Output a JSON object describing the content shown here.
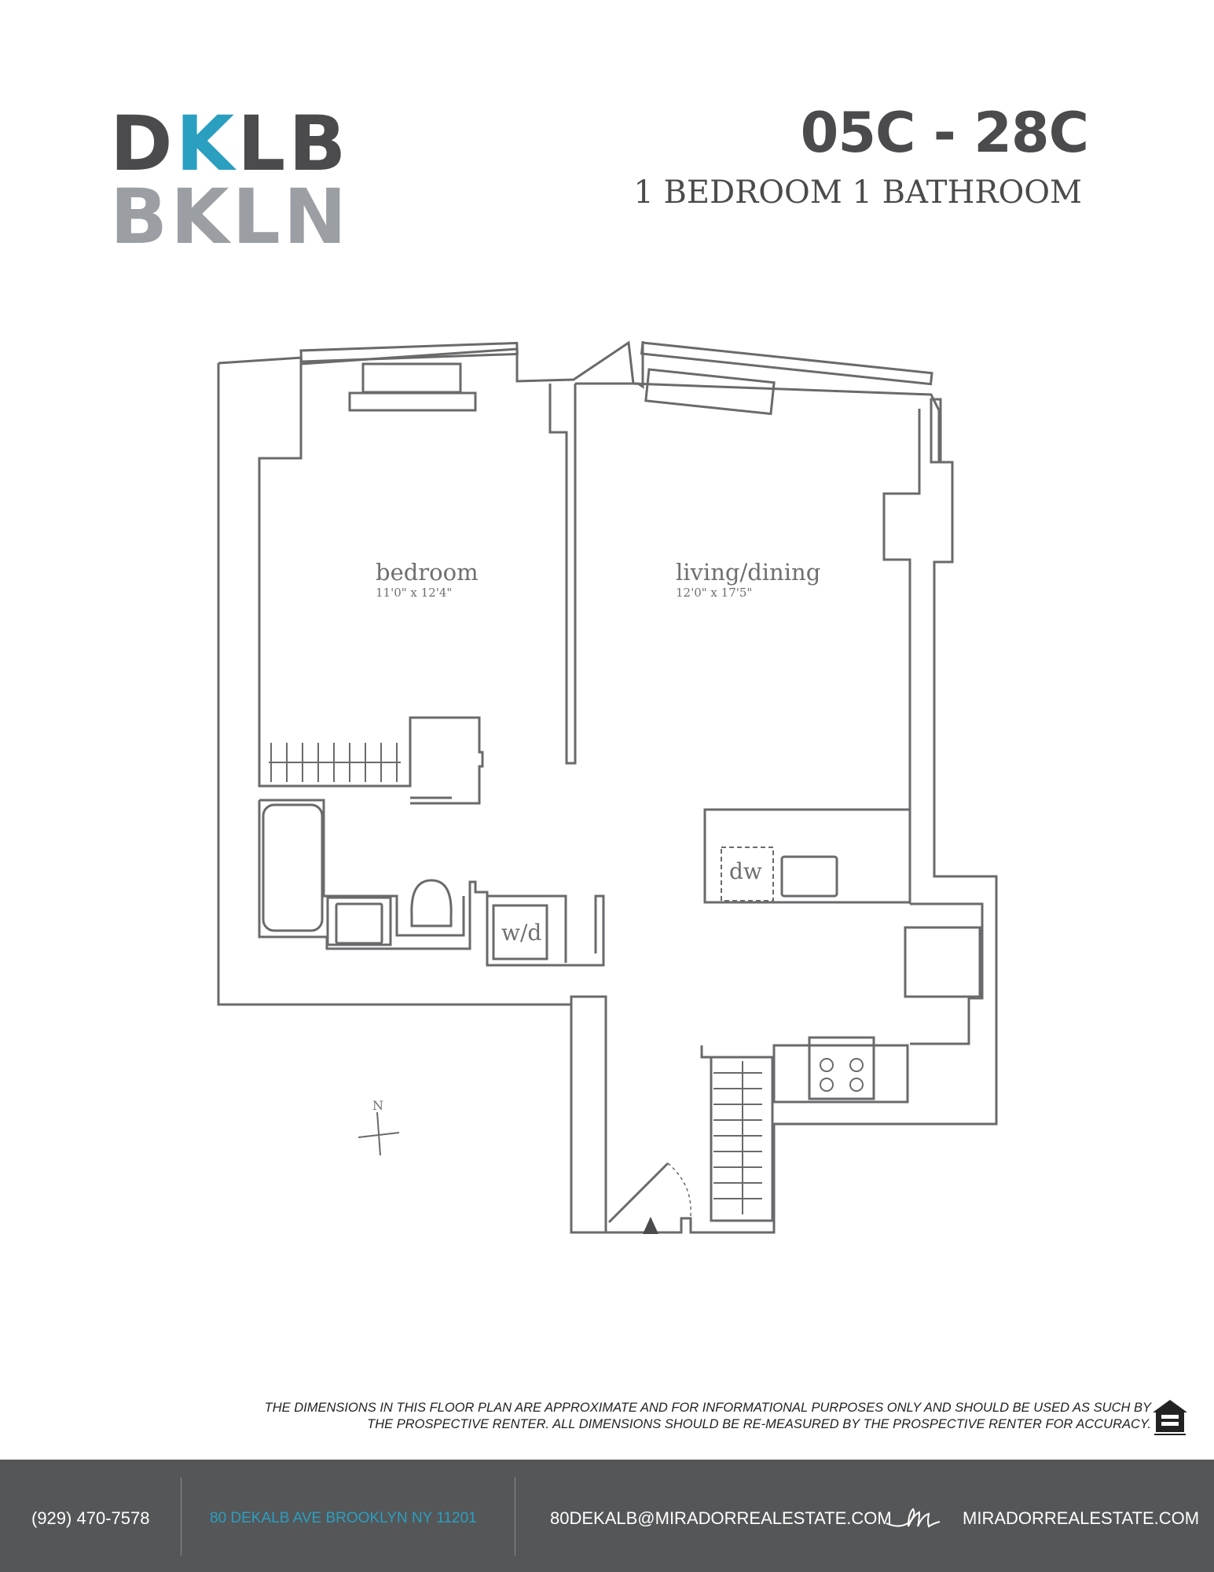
{
  "brand": {
    "logo_line1": [
      "D",
      "K",
      "L",
      "B"
    ],
    "logo_line2": "BKLN",
    "accent_color": "#2a9fc0",
    "dark_color": "#4b4b4d",
    "light_color": "#9b9ea2"
  },
  "header": {
    "unit_range": "05C - 28C",
    "unit_type": "1 BEDROOM 1 BATHROOM"
  },
  "floorplan": {
    "rooms": [
      {
        "name": "bedroom",
        "dimensions": "11'0\" x 12'4\""
      },
      {
        "name": "living/dining",
        "dimensions": "12'0\" x 17'5\""
      }
    ],
    "fixtures": {
      "dishwasher": "dw",
      "washer_dryer": "w/d"
    },
    "compass": "N"
  },
  "disclaimer": {
    "line1": "THE DIMENSIONS IN THIS FLOOR PLAN ARE APPROXIMATE AND FOR INFORMATIONAL PURPOSES ONLY AND SHOULD BE USED AS SUCH BY",
    "line2": "THE PROSPECTIVE RENTER. ALL DIMENSIONS SHOULD BE RE-MEASURED BY THE PROSPECTIVE RENTER FOR ACCURACY.",
    "equal_housing_icon": "equal-housing-opportunity-icon"
  },
  "footer": {
    "phone": "(929) 470-7578",
    "address": "80 DEKALB AVE BROOKLYN NY 11201",
    "email": "80DEKALB@MIRADORREALESTATE.COM",
    "website": "MIRADORREALESTATE.COM",
    "background_color": "#555658"
  }
}
